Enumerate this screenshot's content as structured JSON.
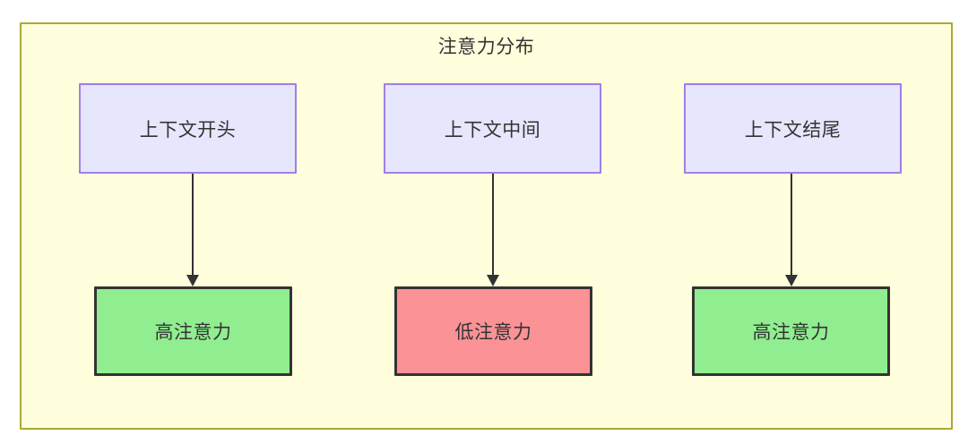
{
  "diagram": {
    "title": "注意力分布",
    "background_color": "#ffffdd",
    "border_color": "#aaaa33",
    "nodes": {
      "context_start": {
        "label": "上下文开头",
        "fill": "#e6e6fd",
        "stroke": "#9f7fe8"
      },
      "context_middle": {
        "label": "上下文中间",
        "fill": "#e6e6fd",
        "stroke": "#9f7fe8"
      },
      "context_end": {
        "label": "上下文结尾",
        "fill": "#e6e6fd",
        "stroke": "#9f7fe8"
      },
      "attention_start": {
        "label": "高注意力",
        "fill": "#90ee90",
        "stroke": "#333333"
      },
      "attention_middle": {
        "label": "低注意力",
        "fill": "#fa9296",
        "stroke": "#333333"
      },
      "attention_end": {
        "label": "高注意力",
        "fill": "#90ee90",
        "stroke": "#333333"
      }
    },
    "edges": [
      {
        "from": "context_start",
        "to": "attention_start"
      },
      {
        "from": "context_middle",
        "to": "attention_middle"
      },
      {
        "from": "context_end",
        "to": "attention_end"
      }
    ]
  }
}
